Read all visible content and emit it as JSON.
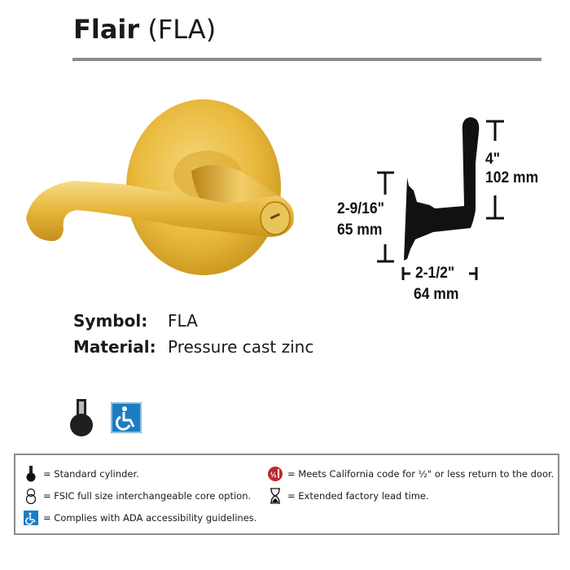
{
  "header": {
    "product_name": "Flair",
    "product_code": "(FLA)"
  },
  "product_image": {
    "alt": "Flair lever lock, bright brass finish",
    "finish_color": "#e6b93a"
  },
  "dimensions": {
    "lever_length_in": "4\"",
    "lever_length_mm": "102 mm",
    "rose_diameter_in": "2-9/16\"",
    "rose_diameter_mm": "65 mm",
    "projection_in": "2-1/2\"",
    "projection_mm": "64 mm"
  },
  "specs": {
    "symbol_label": "Symbol:",
    "symbol_value": "FLA",
    "material_label": "Material:",
    "material_value": "Pressure cast zinc"
  },
  "feature_icons": [
    "standard-cylinder-icon",
    "ada-accessibility-icon"
  ],
  "legend": {
    "standard_cylinder": "= Standard cylinder.",
    "fsic": "= FSIC full size interchangeable core option.",
    "ada": "= Complies with ADA accessibility guidelines.",
    "california": "= Meets California code for ½\" or less return to the door.",
    "lead_time": "= Extended factory lead time.",
    "ada_color": "#1a7dc4",
    "california_color": "#c0282d"
  }
}
